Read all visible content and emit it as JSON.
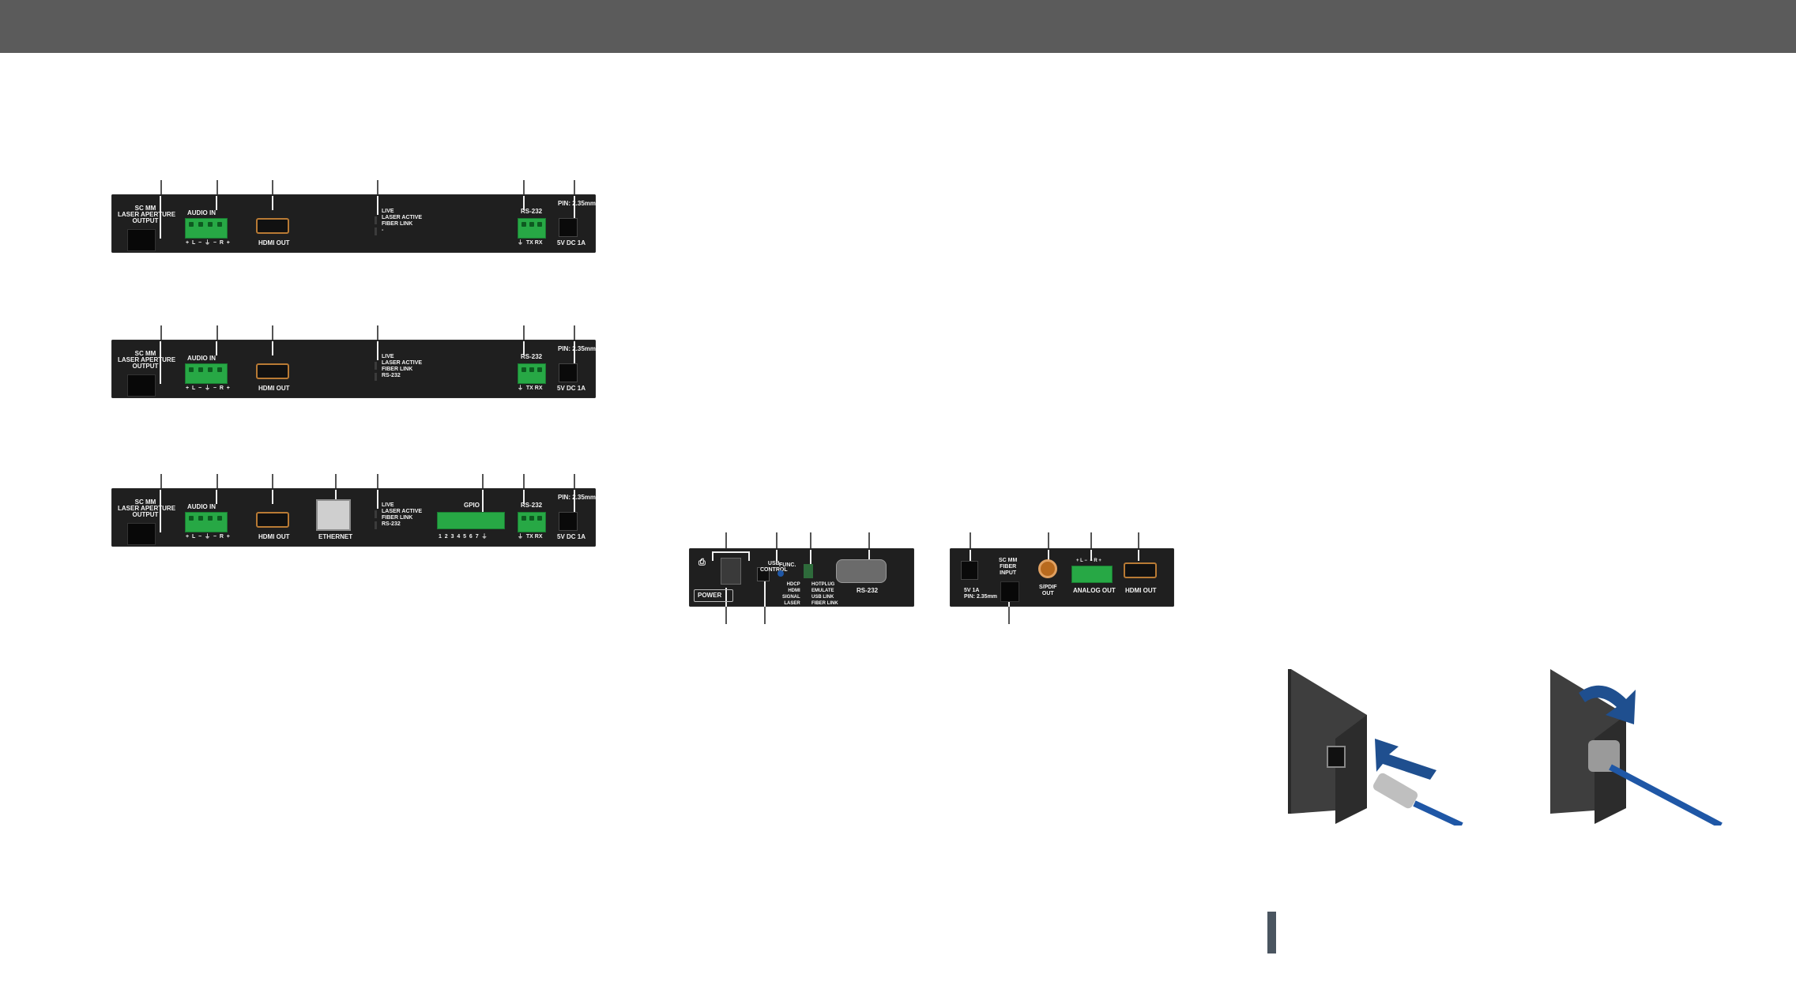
{
  "header": {
    "bar_color": "#5b5b5b"
  },
  "rear_panels": [
    {
      "fiber_label": "SC MM\nLASER APERTURE\nOUTPUT",
      "audio_label": "AUDIO IN",
      "audio_pins": "+  L  −  ⏚  −  R  +",
      "hdmi_label": "HDMI OUT",
      "led_label": "LIVE\nLASER ACTIVE\nFIBER LINK\n-",
      "rs232_label": "RS-232",
      "rs232_pins": "⏚  TX RX",
      "power_label": "5V DC 1A",
      "pin_label": "PIN: 2.35mm"
    },
    {
      "fiber_label": "SC MM\nLASER APERTURE\nOUTPUT",
      "audio_label": "AUDIO IN",
      "audio_pins": "+  L  −  ⏚  −  R  +",
      "hdmi_label": "HDMI OUT",
      "led_label": "LIVE\nLASER ACTIVE\nFIBER LINK\nRS-232",
      "rs232_label": "RS-232",
      "rs232_pins": "⏚  TX RX",
      "power_label": "5V DC 1A",
      "pin_label": "PIN: 2.35mm"
    },
    {
      "fiber_label": "SC MM\nLASER APERTURE\nOUTPUT",
      "audio_label": "AUDIO IN",
      "audio_pins": "+  L  −  ⏚  −  R  +",
      "hdmi_label": "HDMI OUT",
      "ethernet_label": "ETHERNET",
      "led_label": "LIVE\nLASER ACTIVE\nFIBER LINK\nRS-232",
      "gpio_label": "GPIO",
      "gpio_pins": "1  2  3  4  5  6  7  ⏚",
      "rs232_label": "RS-232",
      "rs232_pins": "⏚  TX RX",
      "power_label": "5V DC 1A",
      "pin_label": "PIN: 2.35mm"
    }
  ],
  "front_panel": {
    "power_label": "POWER",
    "usb_label": "USB\nCONTROL",
    "func_label": "FUNC.",
    "leds_left": "HDCP\nHDMI\nSIGNAL\nLASER",
    "leds_right": "HOTPLUG\nEMULATE\nUSB LINK\nFIBER LINK",
    "rs232_label": "RS-232"
  },
  "receiver_panel": {
    "power_label": "5V 1A\nPIN: 2.35mm",
    "fiber_label": "SC MM\nFIBER\nINPUT",
    "spdif_label": "S/PDIF\nOUT",
    "analog_label": "ANALOG OUT",
    "analog_pins": "+ L −  − R +",
    "hdmi_label": "HDMI OUT"
  },
  "illustrations": {
    "cable_color": "#1f57a6",
    "arrow_color": "#1f4f8f",
    "device_color": "#3a3a3a"
  }
}
